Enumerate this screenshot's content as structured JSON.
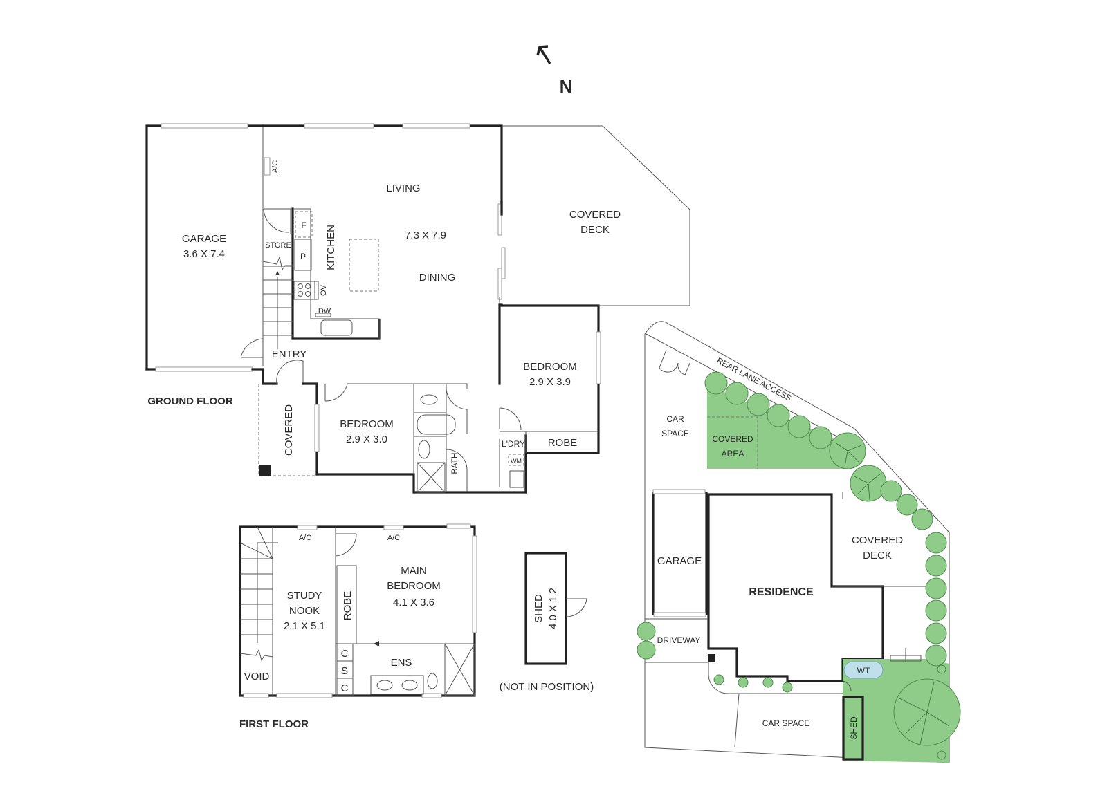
{
  "compass": {
    "label": "N",
    "arrow": "north-arrow"
  },
  "ground_floor": {
    "title": "GROUND FLOOR",
    "rooms": {
      "garage": {
        "name": "GARAGE",
        "size": "3.6 X 7.4"
      },
      "living": {
        "name": "LIVING",
        "size": "7.3 X 7.9"
      },
      "dining": {
        "name": "DINING"
      },
      "kitchen": {
        "name": "KITCHEN"
      },
      "store": {
        "name": "STORE"
      },
      "fridge": {
        "name": "F"
      },
      "pantry": {
        "name": "P"
      },
      "oven": {
        "name": "OV"
      },
      "dishwasher": {
        "name": "DW"
      },
      "ac": {
        "name": "A/C"
      },
      "entry": {
        "name": "ENTRY"
      },
      "covered": {
        "name": "COVERED"
      },
      "covered_deck": {
        "name": "COVERED",
        "name2": "DECK"
      },
      "bedroom1": {
        "name": "BEDROOM",
        "size": "2.9 X 3.9"
      },
      "bedroom2": {
        "name": "BEDROOM",
        "size": "2.9 X 3.0"
      },
      "bath": {
        "name": "BATH"
      },
      "laundry": {
        "name": "L'DRY"
      },
      "washing_machine": {
        "name": "WM"
      },
      "robe": {
        "name": "ROBE"
      }
    }
  },
  "first_floor": {
    "title": "FIRST FLOOR",
    "rooms": {
      "ac1": {
        "name": "A/C"
      },
      "ac2": {
        "name": "A/C"
      },
      "study": {
        "name": "STUDY",
        "name2": "NOOK",
        "size": "2.1 X 5.1"
      },
      "main_bedroom": {
        "name": "MAIN",
        "name2": "BEDROOM",
        "size": "4.1 X 3.6"
      },
      "robe": {
        "name": "ROBE"
      },
      "ensuite": {
        "name": "ENS"
      },
      "linen": [
        "C",
        "S",
        "C"
      ],
      "void": {
        "name": "VOID"
      }
    }
  },
  "shed": {
    "name": "SHED",
    "size": "4.0 X 1.2",
    "note": "(NOT IN POSITION)"
  },
  "site_plan": {
    "rear_lane": "REAR LANE ACCESS",
    "car_space_top": {
      "name": "CAR",
      "name2": "SPACE"
    },
    "covered_area": {
      "name": "COVERED",
      "name2": "AREA"
    },
    "garage": "GARAGE",
    "residence": "RESIDENCE",
    "covered_deck": {
      "name": "COVERED",
      "name2": "DECK"
    },
    "driveway": "DRIVEWAY",
    "water_tank": "WT",
    "car_space_bottom": "CAR SPACE",
    "shed": "SHED"
  },
  "colors": {
    "wall": "#222222",
    "garden": "#8fcc8a",
    "tree_outline": "#4f8a4c",
    "water_tank": "#bfe0ea"
  }
}
